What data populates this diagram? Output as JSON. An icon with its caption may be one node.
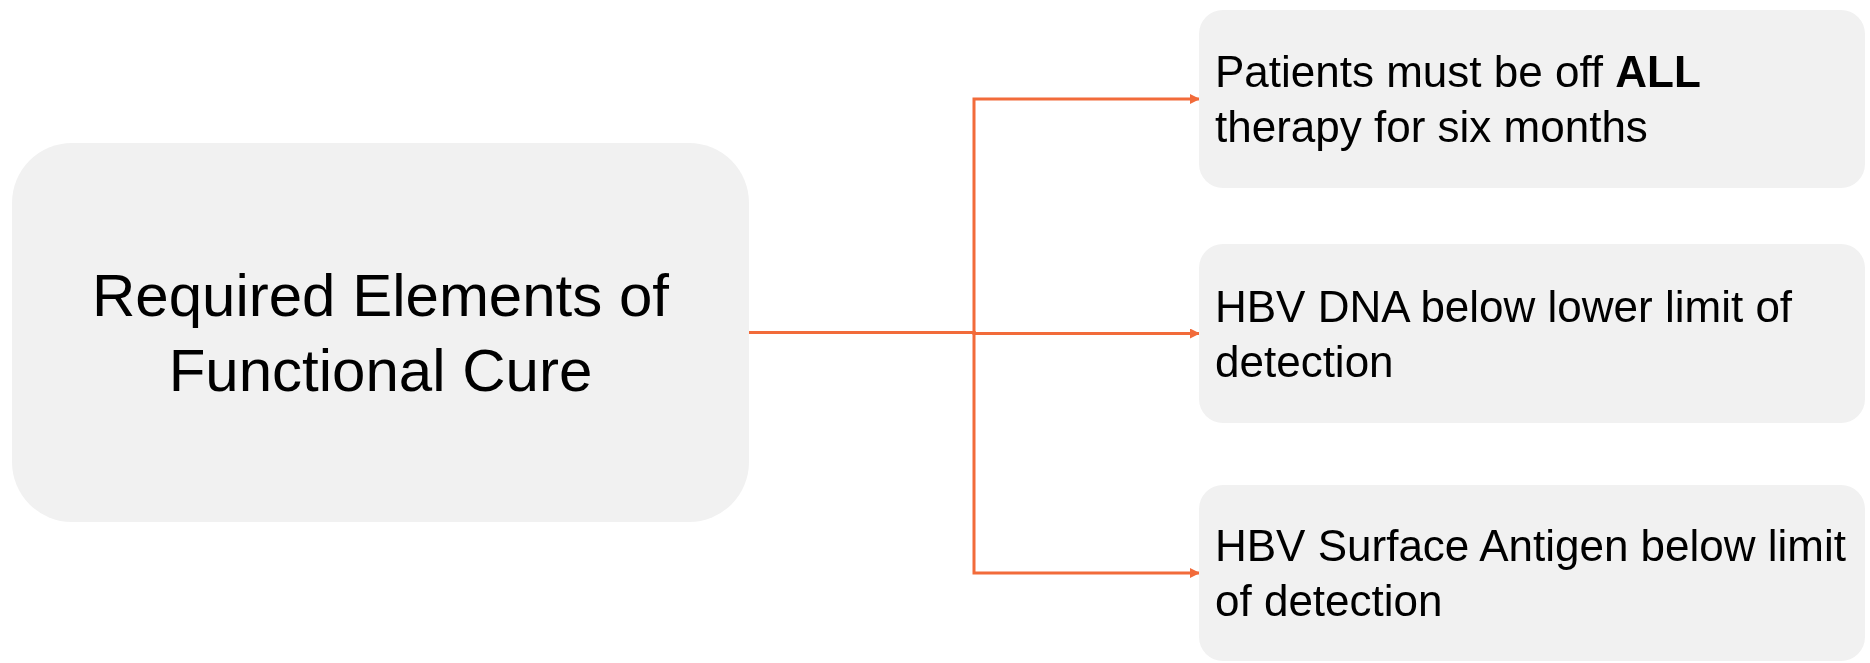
{
  "diagram": {
    "nodes": [
      {
        "text": [
          "Required Elements of Functional Cure"
        ]
      },
      {
        "text": [
          "Patients must be off **ALL** therapy for six months"
        ]
      },
      {
        "text": [
          "HBV DNA below lower limit of detection"
        ]
      },
      {
        "text": [
          "HBV Surface Antigen below limit of detection"
        ]
      }
    ],
    "edges": [
      {
        "from": 0,
        "to": 1,
        "arrow": "to"
      },
      {
        "from": 0,
        "to": 2,
        "arrow": "to"
      },
      {
        "from": 0,
        "to": 3,
        "arrow": "to"
      }
    ]
  }
}
